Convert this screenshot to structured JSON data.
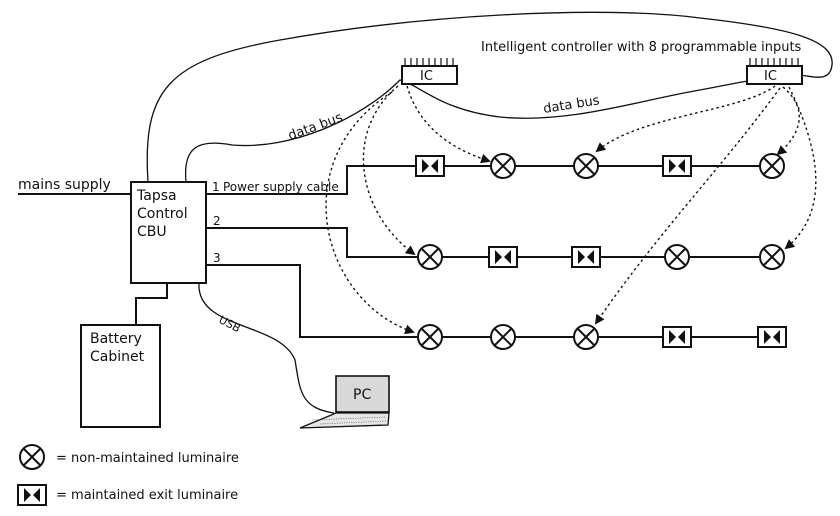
{
  "diagram": {
    "labels": {
      "mains": "mains supply",
      "cbu_line1": "Tapsa",
      "cbu_line2": "Control",
      "cbu_line3": "CBU",
      "circuit1_num": "1",
      "power_cable": "Power supply cable",
      "circuit2_num": "2",
      "circuit3_num": "3",
      "usb": "USB",
      "battery_line1": "Battery",
      "battery_line2": "Cabinet",
      "pc": "PC",
      "ic_left": "IC",
      "ic_right": "IC",
      "ic_title": "Intelligent controller with 8 programmable inputs",
      "data_bus_left": "data bus",
      "data_bus_right": "data bus"
    },
    "legend": {
      "non_maintained": "= non-maintained luminaire",
      "maintained": "= maintained exit luminaire"
    },
    "circuits": [
      {
        "number": "1",
        "luminaires": [
          "maintained",
          "non-maintained",
          "non-maintained",
          "maintained",
          "non-maintained"
        ]
      },
      {
        "number": "2",
        "luminaires": [
          "non-maintained",
          "maintained",
          "maintained",
          "non-maintained",
          "non-maintained"
        ]
      },
      {
        "number": "3",
        "luminaires": [
          "non-maintained",
          "non-maintained",
          "non-maintained",
          "maintained",
          "maintained"
        ]
      }
    ]
  }
}
